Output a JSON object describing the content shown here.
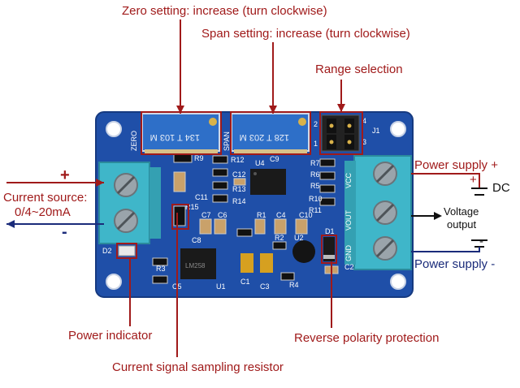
{
  "annotations": {
    "zero_setting": "Zero setting: increase (turn clockwise)",
    "span_setting": "Span setting: increase (turn clockwise)",
    "range_selection": "Range selection",
    "power_supply_plus": "Power supply +",
    "dc": "DC",
    "plus_symbol": "+",
    "minus_symbol": "-",
    "dc_plus": "+",
    "dc_minus": "-",
    "current_source_line1": "Current source:",
    "current_source_line2": "0/4~20mA",
    "voltage_line1": "Voltage",
    "voltage_line2": "output",
    "power_supply_minus": "Power supply -",
    "power_indicator": "Power indicator",
    "reverse_polarity": "Reverse polarity protection",
    "sampling_resistor": "Current signal sampling resistor"
  },
  "board_labels": {
    "zero": "ZERO",
    "span": "SPAN",
    "pot1_code": "134 T 103 M",
    "pot2_code": "128 T 203 M",
    "j1": "J1",
    "vcc": "VCC",
    "vout": "VOUT",
    "gnd": "GND",
    "r9": "R9",
    "r12": "R12",
    "u4": "U4",
    "c9": "C9",
    "c11": "C11",
    "c12": "C12",
    "r13": "R13",
    "r14": "R14",
    "r6": "R6",
    "r7": "R7",
    "r5": "R5",
    "r10": "R10",
    "r11": "R11",
    "r15": "R15",
    "c7": "C7",
    "c6": "C6",
    "r1": "R1",
    "c4": "C4",
    "c10": "C10",
    "c8": "C8",
    "r2": "R2",
    "u2": "U2",
    "d1": "D1",
    "d2": "D2",
    "r3": "R3",
    "c5": "C5",
    "u1": "U1",
    "c1": "C1",
    "c3": "C3",
    "r4": "R4",
    "c2": "C2",
    "jp_left": [
      "2",
      "1"
    ],
    "jp_right": [
      "4",
      "3"
    ],
    "chip_code": "LM258"
  },
  "colors": {
    "pcb": "#1f4fa8",
    "terminal": "#3fb6c9",
    "annotation_red": "#a01a1a",
    "annotation_blue": "#1a2b7a",
    "trimpot": "#2e6fc8"
  }
}
